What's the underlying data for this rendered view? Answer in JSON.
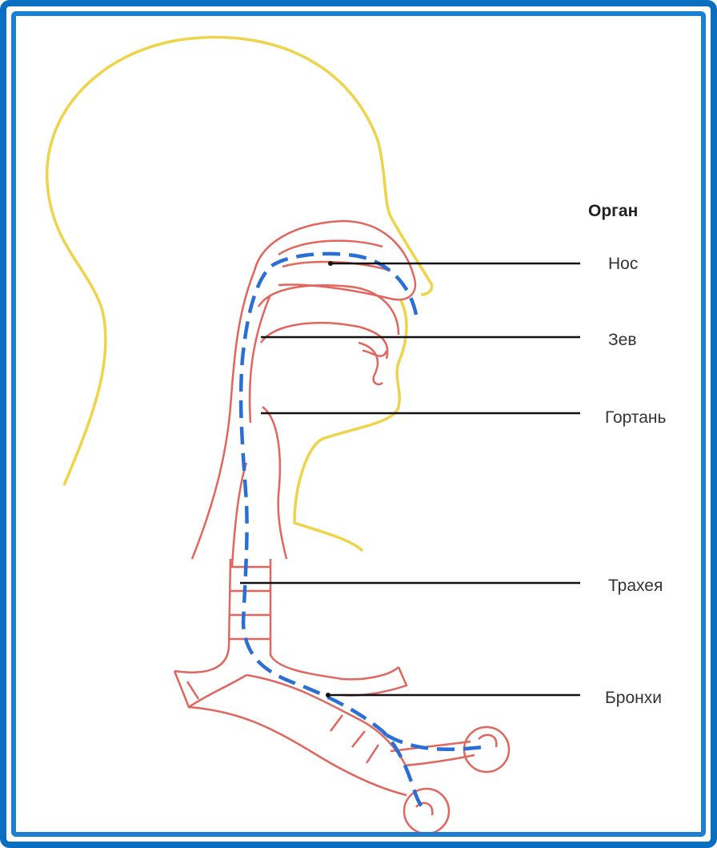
{
  "diagram": {
    "header": "Орган",
    "labels": [
      {
        "id": "nose",
        "text": "Нос"
      },
      {
        "id": "pharynx",
        "text": "Зев"
      },
      {
        "id": "larynx",
        "text": "Гортань"
      },
      {
        "id": "trachea",
        "text": "Трахея"
      },
      {
        "id": "bronchi",
        "text": "Бронхи"
      }
    ],
    "colors": {
      "frame": "#0a6fc2",
      "head_outline": "#efd44a",
      "airway_outline": "#e2655e",
      "air_path": "#2a6fd6",
      "leader_line": "#111111"
    }
  }
}
